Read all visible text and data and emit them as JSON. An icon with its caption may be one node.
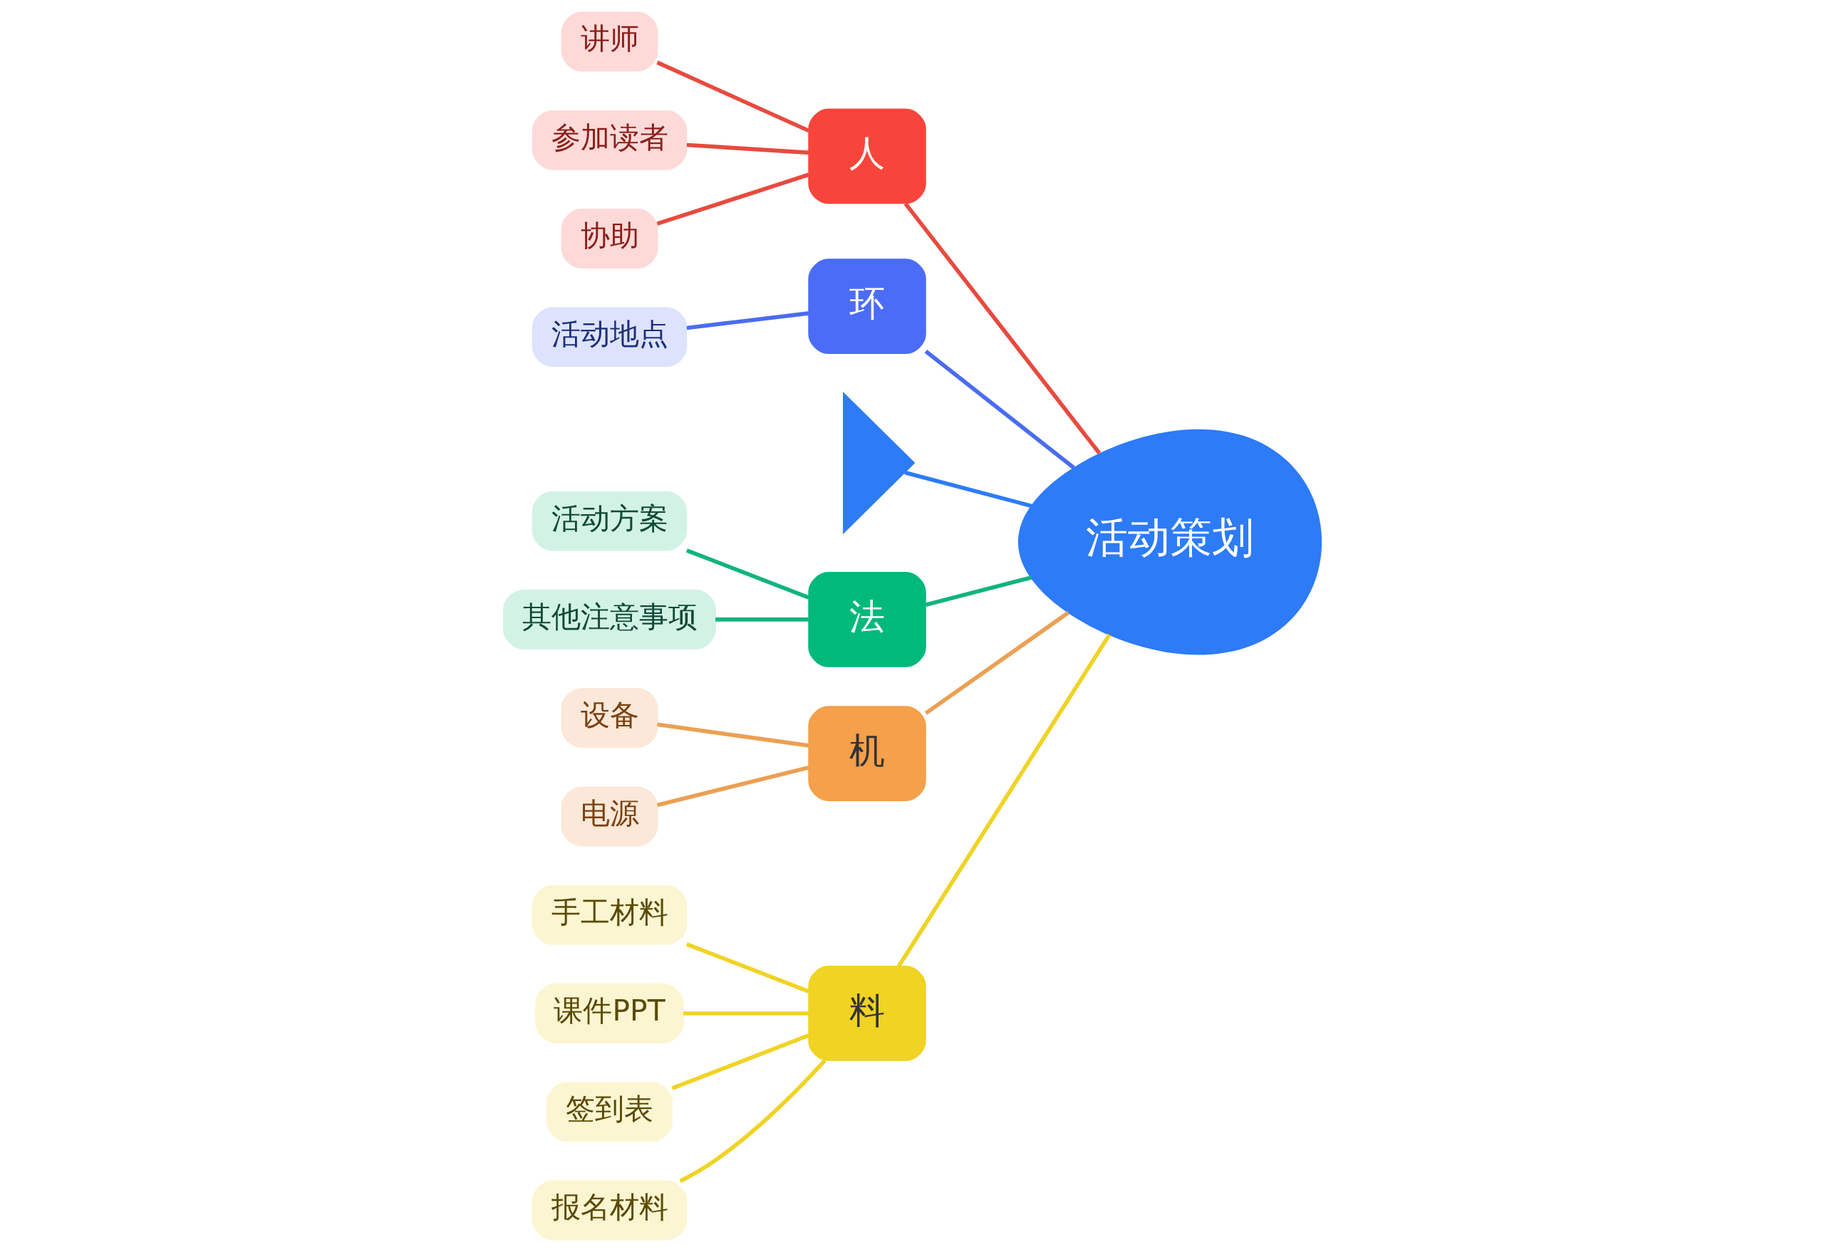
{
  "diagram": {
    "nodes": [
      {
        "text": [
          "料"
        ]
      },
      {
        "text": [
          "手工材料"
        ]
      },
      {
        "text": [
          "课件PPT"
        ]
      },
      {
        "text": [
          "签到表"
        ]
      },
      {
        "text": [
          "报名材料"
        ]
      },
      {
        "text": [
          "人"
        ]
      },
      {
        "text": [
          "讲师"
        ]
      },
      {
        "text": [
          "参加读者"
        ]
      },
      {
        "text": [
          "协助"
        ]
      },
      {
        "text": [
          "环"
        ]
      },
      {
        "text": [
          "活动地点"
        ]
      },
      {
        "text": [],
        "shape": "tail"
      },
      {
        "text": [
          "活动策划"
        ]
      },
      {
        "text": [
          "活动方案"
        ]
      },
      {
        "text": [
          "其他注意事项"
        ]
      },
      {
        "text": [
          "法"
        ]
      },
      {
        "text": [
          "设备"
        ]
      },
      {
        "text": [
          "电源"
        ]
      },
      {
        "text": [
          "机"
        ]
      }
    ],
    "edges": [
      {
        "from": 11,
        "to": 12,
        "arrow": "none",
        "color": "#2d7bf7"
      },
      {
        "from": 0,
        "to": 12,
        "arrow": "none",
        "color": "#f0d323"
      },
      {
        "from": 1,
        "to": 0,
        "arrow": "none",
        "color": "#f0d323"
      },
      {
        "from": 2,
        "to": 0,
        "arrow": "none",
        "color": "#f0d323"
      },
      {
        "from": 3,
        "to": 0,
        "arrow": "none",
        "color": "#f0d323"
      },
      {
        "from": 4,
        "to": 0,
        "arrow": "none",
        "color": "#f0d323"
      },
      {
        "from": 5,
        "to": 12,
        "arrow": "none",
        "color": "#e84a3f"
      },
      {
        "from": 6,
        "to": 5,
        "arrow": "none",
        "color": "#e84a3f"
      },
      {
        "from": 7,
        "to": 5,
        "arrow": "none",
        "color": "#e84a3f"
      },
      {
        "from": 8,
        "to": 5,
        "arrow": "none",
        "color": "#e84a3f"
      },
      {
        "from": 9,
        "to": 12,
        "arrow": "none",
        "color": "#4a6cf0"
      },
      {
        "from": 10,
        "to": 9,
        "arrow": "none",
        "color": "#4a6cf0"
      },
      {
        "from": 15,
        "to": 12,
        "arrow": "none",
        "color": "#11b47e"
      },
      {
        "from": 13,
        "to": 15,
        "arrow": "none",
        "color": "#11b47e"
      },
      {
        "from": 14,
        "to": 15,
        "arrow": "none",
        "color": "#11b47e"
      },
      {
        "from": 18,
        "to": 12,
        "arrow": "none",
        "color": "#eca052"
      },
      {
        "from": 16,
        "to": 18,
        "arrow": "none",
        "color": "#eca052"
      },
      {
        "from": 17,
        "to": 18,
        "arrow": "none",
        "color": "#eca052"
      }
    ]
  }
}
